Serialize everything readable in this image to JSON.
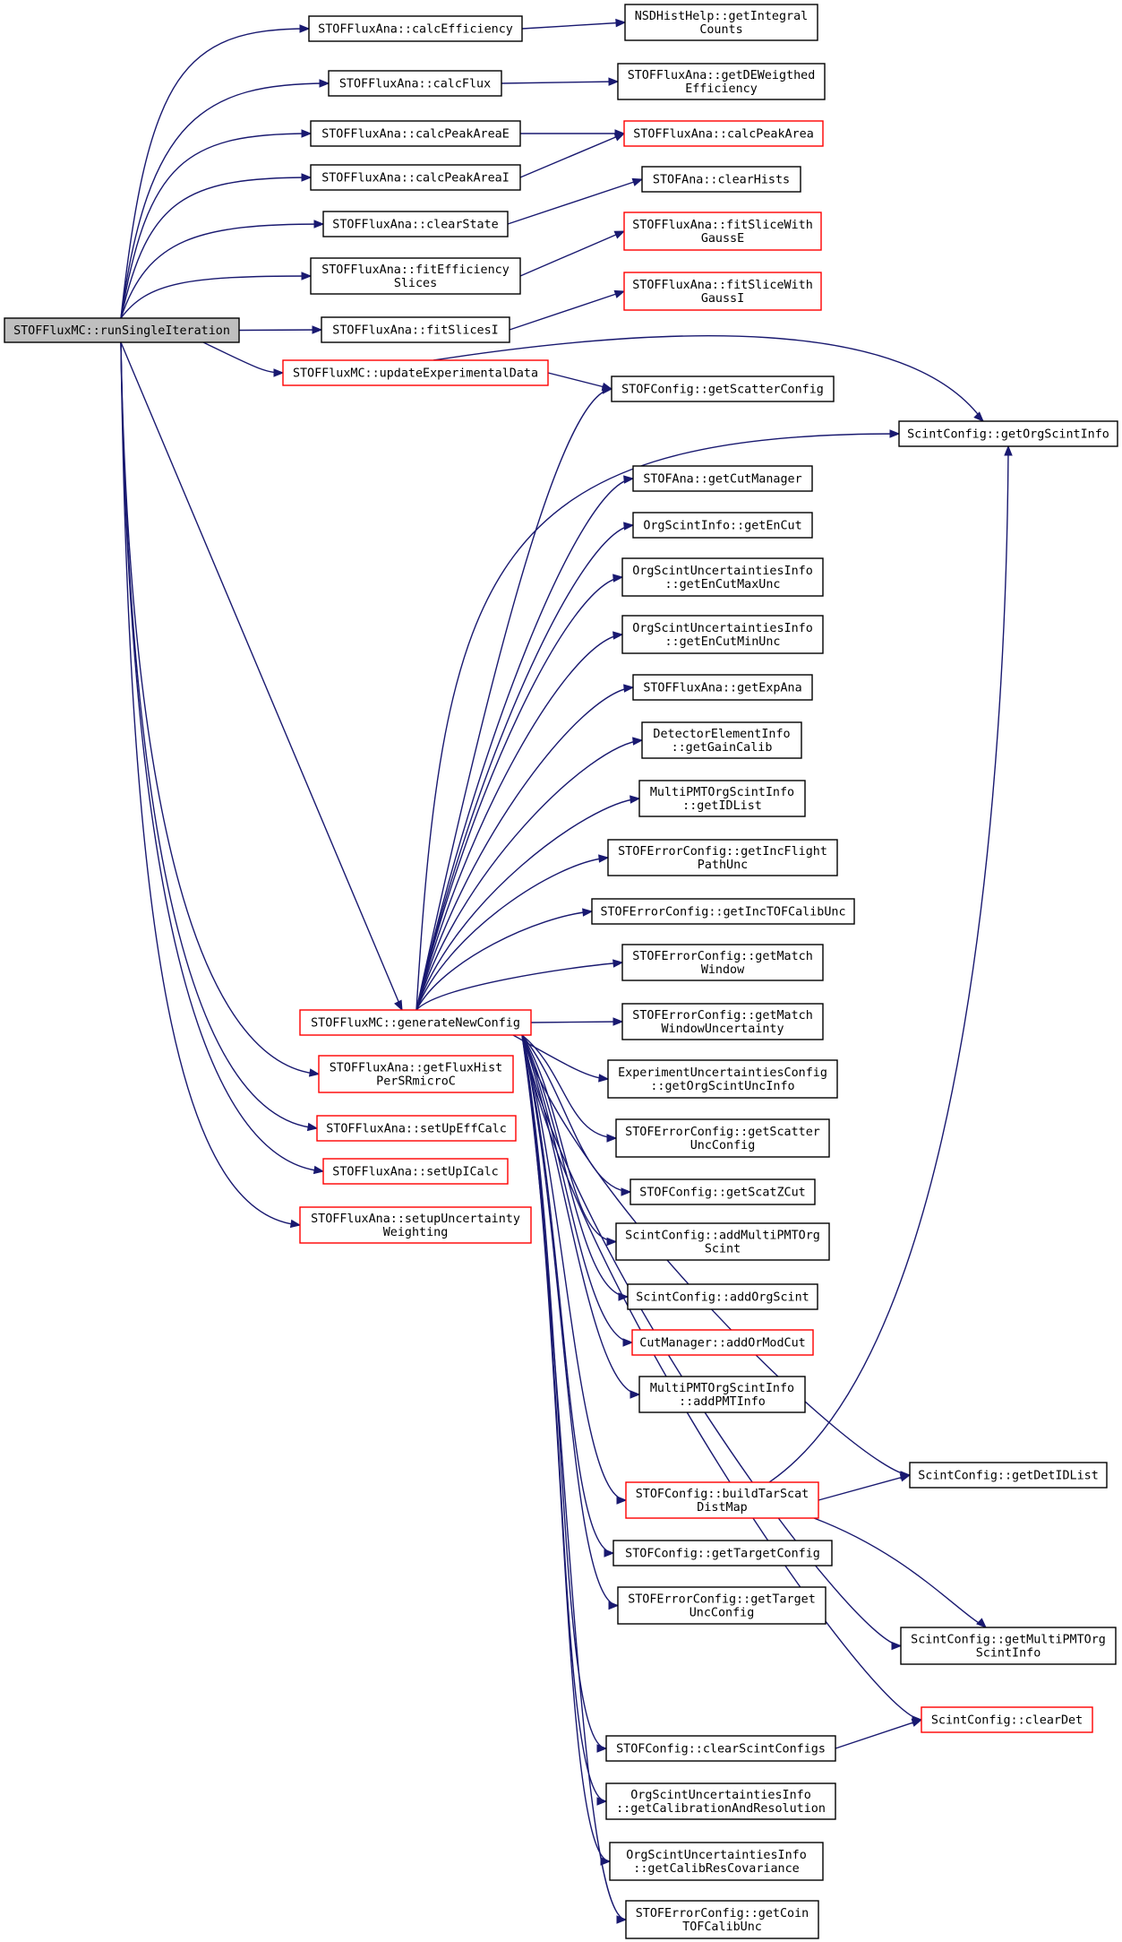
{
  "graph": {
    "type": "call-graph",
    "colors": {
      "edge": "#191970",
      "node_border": "#000000",
      "node_border_highlight": "#ff0000",
      "root_fill": "#bfbfbf"
    },
    "nodes": [
      {
        "id": "root",
        "lines": [
          "STOFFluxMC::runSingleIteration"
        ],
        "root": true
      },
      {
        "id": "calcEfficiency",
        "lines": [
          "STOFFluxAna::calcEfficiency"
        ]
      },
      {
        "id": "calcFlux",
        "lines": [
          "STOFFluxAna::calcFlux"
        ]
      },
      {
        "id": "calcPeakAreaE",
        "lines": [
          "STOFFluxAna::calcPeakAreaE"
        ]
      },
      {
        "id": "calcPeakAreaI",
        "lines": [
          "STOFFluxAna::calcPeakAreaI"
        ]
      },
      {
        "id": "clearState",
        "lines": [
          "STOFFluxAna::clearState"
        ]
      },
      {
        "id": "fitEfficiencySlices",
        "lines": [
          "STOFFluxAna::fitEfficiency",
          "Slices"
        ]
      },
      {
        "id": "fitSlicesI",
        "lines": [
          "STOFFluxAna::fitSlicesI"
        ]
      },
      {
        "id": "updateExperimentalData",
        "lines": [
          "STOFFluxMC::updateExperimentalData"
        ],
        "red": true
      },
      {
        "id": "generateNewConfig",
        "lines": [
          "STOFFluxMC::generateNewConfig"
        ],
        "red": true
      },
      {
        "id": "getFluxHist",
        "lines": [
          "STOFFluxAna::getFluxHist",
          "PerSRmicroC"
        ],
        "red": true
      },
      {
        "id": "setUpEffCalc",
        "lines": [
          "STOFFluxAna::setUpEffCalc"
        ],
        "red": true
      },
      {
        "id": "setUpICalc",
        "lines": [
          "STOFFluxAna::setUpICalc"
        ],
        "red": true
      },
      {
        "id": "setupUncertainty",
        "lines": [
          "STOFFluxAna::setupUncertainty",
          "Weighting"
        ],
        "red": true
      },
      {
        "id": "getIntegralCounts",
        "lines": [
          "NSDHistHelp::getIntegral",
          "Counts"
        ]
      },
      {
        "id": "getDEWeigthed",
        "lines": [
          "STOFFluxAna::getDEWeigthed",
          "Efficiency"
        ]
      },
      {
        "id": "calcPeakArea",
        "lines": [
          "STOFFluxAna::calcPeakArea"
        ],
        "red": true
      },
      {
        "id": "clearHists",
        "lines": [
          "STOFAna::clearHists"
        ]
      },
      {
        "id": "fitSliceE",
        "lines": [
          "STOFFluxAna::fitSliceWith",
          "GaussE"
        ],
        "red": true
      },
      {
        "id": "fitSliceI",
        "lines": [
          "STOFFluxAna::fitSliceWith",
          "GaussI"
        ],
        "red": true
      },
      {
        "id": "getScatterConfig",
        "lines": [
          "STOFConfig::getScatterConfig"
        ]
      },
      {
        "id": "getOrgScintInfo",
        "lines": [
          "ScintConfig::getOrgScintInfo"
        ]
      },
      {
        "id": "getCutManager",
        "lines": [
          "STOFAna::getCutManager"
        ]
      },
      {
        "id": "getEnCut",
        "lines": [
          "OrgScintInfo::getEnCut"
        ]
      },
      {
        "id": "getEnCutMaxUnc",
        "lines": [
          "OrgScintUncertaintiesInfo",
          "::getEnCutMaxUnc"
        ]
      },
      {
        "id": "getEnCutMinUnc",
        "lines": [
          "OrgScintUncertaintiesInfo",
          "::getEnCutMinUnc"
        ]
      },
      {
        "id": "getExpAna",
        "lines": [
          "STOFFluxAna::getExpAna"
        ]
      },
      {
        "id": "getGainCalib",
        "lines": [
          "DetectorElementInfo",
          "::getGainCalib"
        ]
      },
      {
        "id": "getIDList",
        "lines": [
          "MultiPMTOrgScintInfo",
          "::getIDList"
        ]
      },
      {
        "id": "getIncFlight",
        "lines": [
          "STOFErrorConfig::getIncFlight",
          "PathUnc"
        ]
      },
      {
        "id": "getIncTOF",
        "lines": [
          "STOFErrorConfig::getIncTOFCalibUnc"
        ]
      },
      {
        "id": "getMatchWindow",
        "lines": [
          "STOFErrorConfig::getMatch",
          "Window"
        ]
      },
      {
        "id": "getMatchWindowUnc",
        "lines": [
          "STOFErrorConfig::getMatch",
          "WindowUncertainty"
        ]
      },
      {
        "id": "getOrgScintUnc",
        "lines": [
          "ExperimentUncertaintiesConfig",
          "::getOrgScintUncInfo"
        ]
      },
      {
        "id": "getScatterUnc",
        "lines": [
          "STOFErrorConfig::getScatter",
          "UncConfig"
        ]
      },
      {
        "id": "getScatZCut",
        "lines": [
          "STOFConfig::getScatZCut"
        ]
      },
      {
        "id": "addMultiPMT",
        "lines": [
          "ScintConfig::addMultiPMTOrg",
          "Scint"
        ]
      },
      {
        "id": "addOrgScint",
        "lines": [
          "ScintConfig::addOrgScint"
        ]
      },
      {
        "id": "addOrModCut",
        "lines": [
          "CutManager::addOrModCut"
        ],
        "red": true
      },
      {
        "id": "addPMTInfo",
        "lines": [
          "MultiPMTOrgScintInfo",
          "::addPMTInfo"
        ]
      },
      {
        "id": "getDetIDList",
        "lines": [
          "ScintConfig::getDetIDList"
        ]
      },
      {
        "id": "buildTarScat",
        "lines": [
          "STOFConfig::buildTarScat",
          "DistMap"
        ],
        "red": true
      },
      {
        "id": "getTargetConfig",
        "lines": [
          "STOFConfig::getTargetConfig"
        ]
      },
      {
        "id": "getTargetUnc",
        "lines": [
          "STOFErrorConfig::getTarget",
          "UncConfig"
        ]
      },
      {
        "id": "getMultiPMT",
        "lines": [
          "ScintConfig::getMultiPMTOrg",
          "ScintInfo"
        ]
      },
      {
        "id": "clearDet",
        "lines": [
          "ScintConfig::clearDet"
        ],
        "red": true
      },
      {
        "id": "clearScintConfigs",
        "lines": [
          "STOFConfig::clearScintConfigs"
        ]
      },
      {
        "id": "getCalibRes",
        "lines": [
          "OrgScintUncertaintiesInfo",
          "::getCalibrationAndResolution"
        ]
      },
      {
        "id": "getCalibResCov",
        "lines": [
          "OrgScintUncertaintiesInfo",
          "::getCalibResCovariance"
        ]
      },
      {
        "id": "getCoinTOF",
        "lines": [
          "STOFErrorConfig::getCoin",
          "TOFCalibUnc"
        ]
      }
    ],
    "edges": [
      [
        "root",
        "calcEfficiency"
      ],
      [
        "root",
        "calcFlux"
      ],
      [
        "root",
        "calcPeakAreaE"
      ],
      [
        "root",
        "calcPeakAreaI"
      ],
      [
        "root",
        "clearState"
      ],
      [
        "root",
        "fitEfficiencySlices"
      ],
      [
        "root",
        "fitSlicesI"
      ],
      [
        "root",
        "updateExperimentalData"
      ],
      [
        "root",
        "generateNewConfig"
      ],
      [
        "root",
        "getFluxHist"
      ],
      [
        "root",
        "setUpEffCalc"
      ],
      [
        "root",
        "setUpICalc"
      ],
      [
        "root",
        "setupUncertainty"
      ],
      [
        "calcEfficiency",
        "getIntegralCounts"
      ],
      [
        "calcFlux",
        "getDEWeigthed"
      ],
      [
        "calcPeakAreaE",
        "calcPeakArea"
      ],
      [
        "calcPeakAreaI",
        "calcPeakArea"
      ],
      [
        "clearState",
        "clearHists"
      ],
      [
        "fitEfficiencySlices",
        "fitSliceE"
      ],
      [
        "fitSlicesI",
        "fitSliceI"
      ],
      [
        "updateExperimentalData",
        "getScatterConfig"
      ],
      [
        "updateExperimentalData",
        "getOrgScintInfo"
      ],
      [
        "generateNewConfig",
        "getScatterConfig"
      ],
      [
        "generateNewConfig",
        "getOrgScintInfo"
      ],
      [
        "generateNewConfig",
        "getCutManager"
      ],
      [
        "generateNewConfig",
        "getEnCut"
      ],
      [
        "generateNewConfig",
        "getEnCutMaxUnc"
      ],
      [
        "generateNewConfig",
        "getEnCutMinUnc"
      ],
      [
        "generateNewConfig",
        "getExpAna"
      ],
      [
        "generateNewConfig",
        "getGainCalib"
      ],
      [
        "generateNewConfig",
        "getIDList"
      ],
      [
        "generateNewConfig",
        "getIncFlight"
      ],
      [
        "generateNewConfig",
        "getIncTOF"
      ],
      [
        "generateNewConfig",
        "getMatchWindow"
      ],
      [
        "generateNewConfig",
        "getMatchWindowUnc"
      ],
      [
        "generateNewConfig",
        "getOrgScintUnc"
      ],
      [
        "generateNewConfig",
        "getScatterUnc"
      ],
      [
        "generateNewConfig",
        "getScatZCut"
      ],
      [
        "generateNewConfig",
        "addMultiPMT"
      ],
      [
        "generateNewConfig",
        "addOrgScint"
      ],
      [
        "generateNewConfig",
        "addOrModCut"
      ],
      [
        "generateNewConfig",
        "addPMTInfo"
      ],
      [
        "generateNewConfig",
        "getDetIDList"
      ],
      [
        "generateNewConfig",
        "buildTarScat"
      ],
      [
        "generateNewConfig",
        "getTargetConfig"
      ],
      [
        "generateNewConfig",
        "getTargetUnc"
      ],
      [
        "generateNewConfig",
        "getMultiPMT"
      ],
      [
        "generateNewConfig",
        "clearDet"
      ],
      [
        "generateNewConfig",
        "clearScintConfigs"
      ],
      [
        "generateNewConfig",
        "getCalibRes"
      ],
      [
        "generateNewConfig",
        "getCalibResCov"
      ],
      [
        "generateNewConfig",
        "getCoinTOF"
      ],
      [
        "buildTarScat",
        "getOrgScintInfo"
      ],
      [
        "buildTarScat",
        "getDetIDList"
      ],
      [
        "buildTarScat",
        "getMultiPMT"
      ],
      [
        "clearScintConfigs",
        "clearDet"
      ]
    ]
  }
}
